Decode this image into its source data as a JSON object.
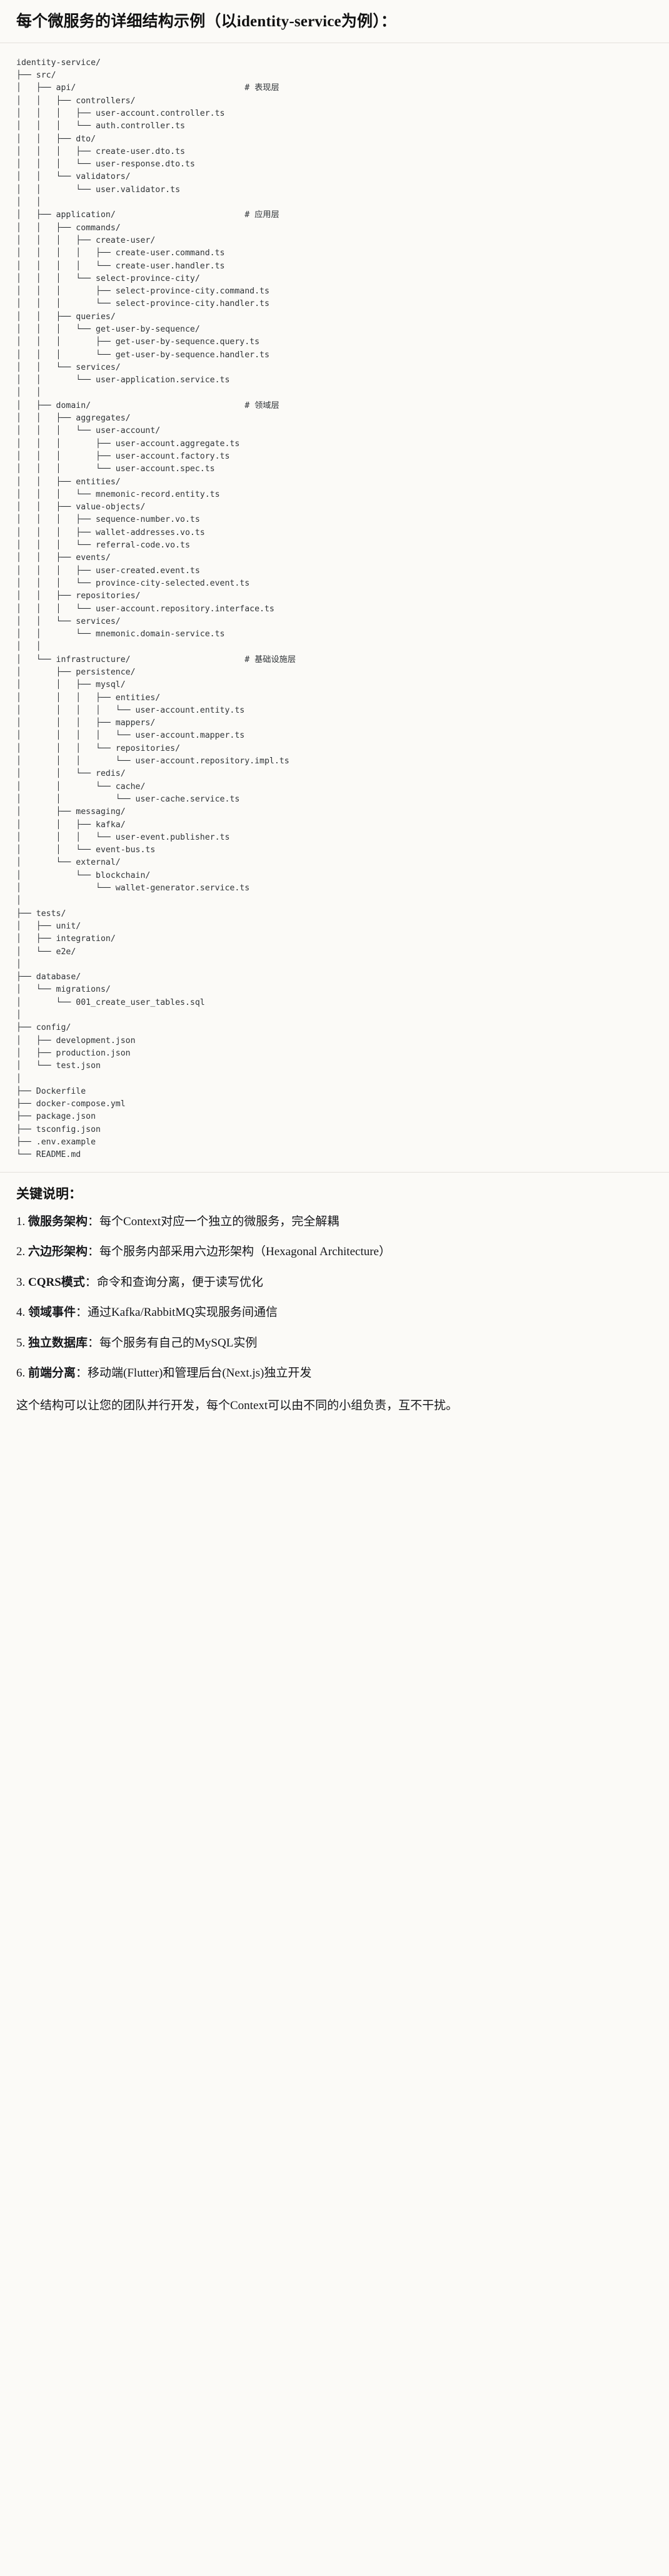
{
  "heading": {
    "title": "每个微服务的详细结构示例（以identity-service为例）："
  },
  "tree": {
    "root": "identity-service/",
    "comments": {
      "api": "# 表现层",
      "application": "# 应用层",
      "domain": "# 领域层",
      "infrastructure": "# 基础设施层"
    },
    "lines": [
      "identity-service/",
      "├── src/",
      "│   ├── api/                                  # 表现层",
      "│   │   ├── controllers/",
      "│   │   │   ├── user-account.controller.ts",
      "│   │   │   └── auth.controller.ts",
      "│   │   ├── dto/",
      "│   │   │   ├── create-user.dto.ts",
      "│   │   │   └── user-response.dto.ts",
      "│   │   └── validators/",
      "│   │       └── user.validator.ts",
      "│   │",
      "│   ├── application/                          # 应用层",
      "│   │   ├── commands/",
      "│   │   │   ├── create-user/",
      "│   │   │   │   ├── create-user.command.ts",
      "│   │   │   │   └── create-user.handler.ts",
      "│   │   │   └── select-province-city/",
      "│   │   │       ├── select-province-city.command.ts",
      "│   │   │       └── select-province-city.handler.ts",
      "│   │   ├── queries/",
      "│   │   │   └── get-user-by-sequence/",
      "│   │   │       ├── get-user-by-sequence.query.ts",
      "│   │   │       └── get-user-by-sequence.handler.ts",
      "│   │   └── services/",
      "│   │       └── user-application.service.ts",
      "│   │",
      "│   ├── domain/                               # 领域层",
      "│   │   ├── aggregates/",
      "│   │   │   └── user-account/",
      "│   │   │       ├── user-account.aggregate.ts",
      "│   │   │       ├── user-account.factory.ts",
      "│   │   │       └── user-account.spec.ts",
      "│   │   ├── entities/",
      "│   │   │   └── mnemonic-record.entity.ts",
      "│   │   ├── value-objects/",
      "│   │   │   ├── sequence-number.vo.ts",
      "│   │   │   ├── wallet-addresses.vo.ts",
      "│   │   │   └── referral-code.vo.ts",
      "│   │   ├── events/",
      "│   │   │   ├── user-created.event.ts",
      "│   │   │   └── province-city-selected.event.ts",
      "│   │   ├── repositories/",
      "│   │   │   └── user-account.repository.interface.ts",
      "│   │   └── services/",
      "│   │       └── mnemonic.domain-service.ts",
      "│   │",
      "│   └── infrastructure/                       # 基础设施层",
      "│       ├── persistence/",
      "│       │   ├── mysql/",
      "│       │   │   ├── entities/",
      "│       │   │   │   └── user-account.entity.ts",
      "│       │   │   ├── mappers/",
      "│       │   │   │   └── user-account.mapper.ts",
      "│       │   │   └── repositories/",
      "│       │   │       └── user-account.repository.impl.ts",
      "│       │   └── redis/",
      "│       │       └── cache/",
      "│       │           └── user-cache.service.ts",
      "│       ├── messaging/",
      "│       │   ├── kafka/",
      "│       │   │   └── user-event.publisher.ts",
      "│       │   └── event-bus.ts",
      "│       └── external/",
      "│           └── blockchain/",
      "│               └── wallet-generator.service.ts",
      "│",
      "├── tests/",
      "│   ├── unit/",
      "│   ├── integration/",
      "│   └── e2e/",
      "│",
      "├── database/",
      "│   └── migrations/",
      "│       └── 001_create_user_tables.sql",
      "│",
      "├── config/",
      "│   ├── development.json",
      "│   ├── production.json",
      "│   └── test.json",
      "│",
      "├── Dockerfile",
      "├── docker-compose.yml",
      "├── package.json",
      "├── tsconfig.json",
      "├── .env.example",
      "└── README.md"
    ]
  },
  "notes": {
    "title": "关键说明：",
    "items": [
      {
        "num": "1. ",
        "lead": "微服务架构",
        "sep": "：",
        "text": "每个Context对应一个独立的微服务，完全解耦"
      },
      {
        "num": "2. ",
        "lead": "六边形架构",
        "sep": "：",
        "text": "每个服务内部采用六边形架构（Hexagonal Architecture）"
      },
      {
        "num": "3. ",
        "lead": "CQRS模式",
        "sep": "：",
        "text": "命令和查询分离，便于读写优化"
      },
      {
        "num": "4. ",
        "lead": "领域事件",
        "sep": "：",
        "text": "通过Kafka/RabbitMQ实现服务间通信"
      },
      {
        "num": "5. ",
        "lead": "独立数据库",
        "sep": "：",
        "text": "每个服务有自己的MySQL实例"
      },
      {
        "num": "6. ",
        "lead": "前端分离",
        "sep": "：",
        "text": "移动端(Flutter)和管理后台(Next.js)独立开发"
      }
    ],
    "closing": "这个结构可以让您的团队并行开发，每个Context可以由不同的小组负责，互不干扰。"
  },
  "colors": {
    "background": "#fbfaf7",
    "text": "#1a1a1a",
    "code_text": "#2f3337",
    "rule": "#e3e1dc"
  }
}
